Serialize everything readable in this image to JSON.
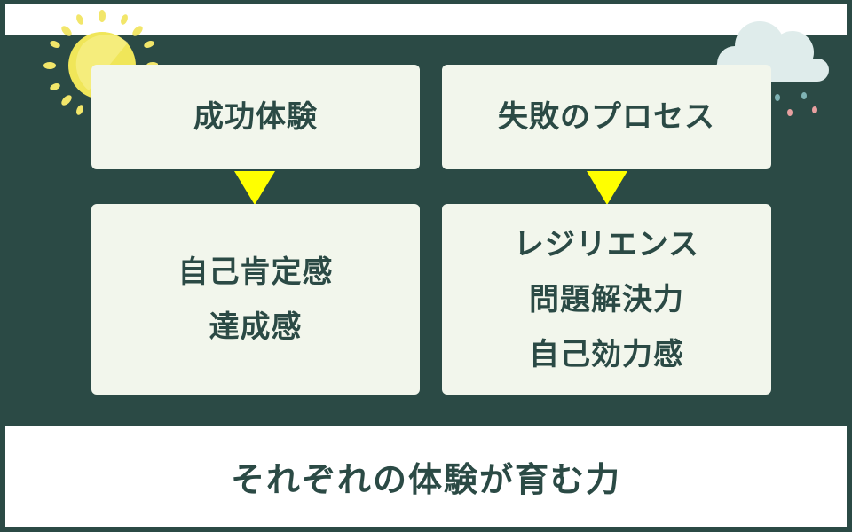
{
  "left_column": {
    "top_label": "成功体験",
    "bottom_lines": [
      "自己肯定感",
      "達成感"
    ]
  },
  "right_column": {
    "top_label": "失敗のプロセス",
    "bottom_lines": [
      "レジリエンス",
      "問題解決力",
      "自己効力感"
    ]
  },
  "footer": {
    "caption": "それぞれの体験が育む力"
  },
  "colors": {
    "background": "#2b4a45",
    "box": "#f2f6ec",
    "arrow": "#ffff00",
    "text": "#2b4a45"
  },
  "icons": {
    "left": "sun-icon",
    "right": "rain-cloud-icon"
  }
}
